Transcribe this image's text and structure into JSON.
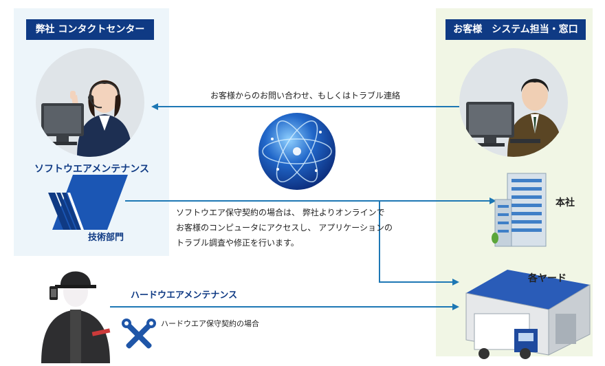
{
  "left_panel": {
    "title": "弊社 コンタクトセンター",
    "software_label": "ソフトウエアメンテナンス",
    "dept_label": "技術部門"
  },
  "right_panel": {
    "title": "お客様　システム担当・窓口",
    "hq_label": "本社",
    "yard_label": "各ヤード"
  },
  "flows": {
    "inquiry": "お客様からのお問い合わせ、もしくはトラブル連絡",
    "software_desc": [
      "ソフトウエア保守契約の場合は、 弊社よりオンラインで",
      "お客様のコンピュータにアクセスし、 アプリケーションの",
      "トラブル調査や修正を行います。"
    ],
    "hardware_label": "ハードウエアメンテナンス",
    "hardware_desc": "ハードウエア保守契約の場合"
  },
  "colors": {
    "navy": "#0f3a84",
    "arrow": "#1d77b4",
    "left_bg": "#edf5fa",
    "right_bg": "#f1f6e5"
  }
}
